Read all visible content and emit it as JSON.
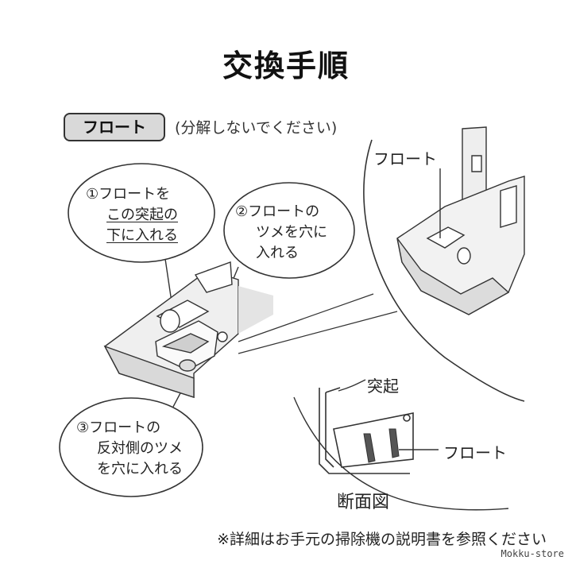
{
  "title": "交換手順",
  "badge": {
    "label": "フロート",
    "note": "(分解しないでください)"
  },
  "steps": [
    {
      "num": "①",
      "lines": [
        "フロートを",
        "この突起の",
        "下に入れる"
      ]
    },
    {
      "num": "②",
      "lines": [
        "フロートの",
        "ツメを穴に",
        "入れる"
      ]
    },
    {
      "num": "③",
      "lines": [
        "フロートの",
        "反対側のツメ",
        "を穴に入れる"
      ]
    }
  ],
  "labels": {
    "float_top": "フロート",
    "protrusion": "突起",
    "float_section": "フロート",
    "section_title": "断面図"
  },
  "footer": "※詳細はお手元の掃除機の説明書を参照ください",
  "brand": "Mokku-store"
}
